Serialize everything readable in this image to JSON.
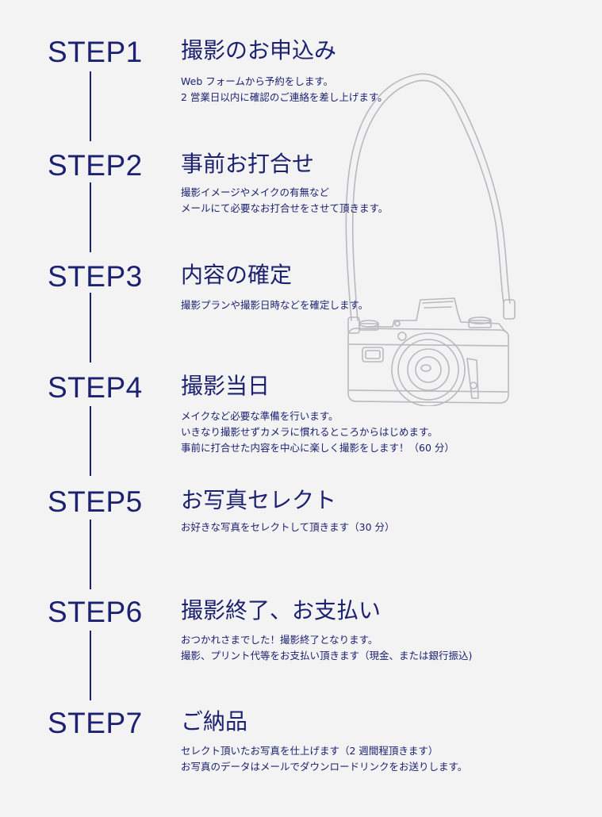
{
  "steps": [
    {
      "label": "STEP1",
      "title": "撮影のお申込み",
      "lines": [
        "Web フォームから予約をします。",
        "2 営業日以内に確認のご連絡を差し上げます。"
      ]
    },
    {
      "label": "STEP2",
      "title": "事前お打合せ",
      "lines": [
        "撮影イメージやメイクの有無など",
        "メールにて必要なお打合せをさせて頂きます。"
      ]
    },
    {
      "label": "STEP3",
      "title": "内容の確定",
      "lines": [
        "撮影プランや撮影日時などを確定します。"
      ]
    },
    {
      "label": "STEP4",
      "title": "撮影当日",
      "lines": [
        "メイクなど必要な準備を行います。",
        "いきなり撮影せずカメラに慣れるところからはじめます。",
        "事前に打合せた内容を中心に楽しく撮影をします！（60 分）"
      ]
    },
    {
      "label": "STEP5",
      "title": "お写真セレクト",
      "lines": [
        "お好きな写真をセレクトして頂きます（30 分）"
      ]
    },
    {
      "label": "STEP6",
      "title": "撮影終了、お支払い",
      "lines": [
        "おつかれさまでした！撮影終了となります。",
        "撮影、プリント代等をお支払い頂きます（現金、または銀行振込)"
      ]
    },
    {
      "label": "STEP7",
      "title": "ご納品",
      "lines": [
        "セレクト頂いたお写真を仕上げます（2 週間程頂きます）",
        "お写真のデータはメールでダウンロードリンクをお送りします。"
      ]
    }
  ],
  "icons": {
    "illustration": "camera-illustration-icon"
  },
  "colors": {
    "background": "#f3f3f4",
    "text": "#1c2170",
    "illustration_stroke": "#b9b9be"
  }
}
